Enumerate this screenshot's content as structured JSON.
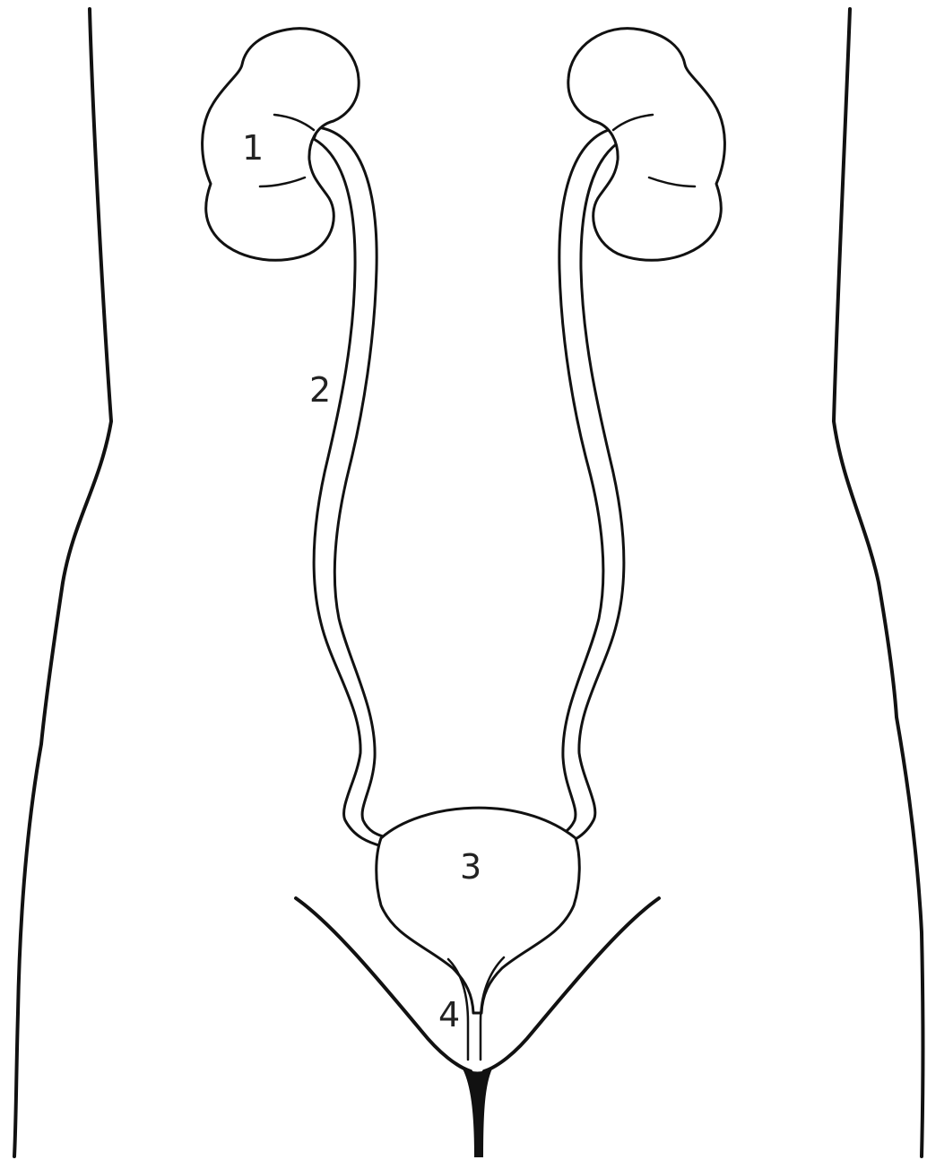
{
  "labels": {
    "kidney": "1",
    "ureter": "2",
    "bladder": "3",
    "urethra": "4"
  }
}
